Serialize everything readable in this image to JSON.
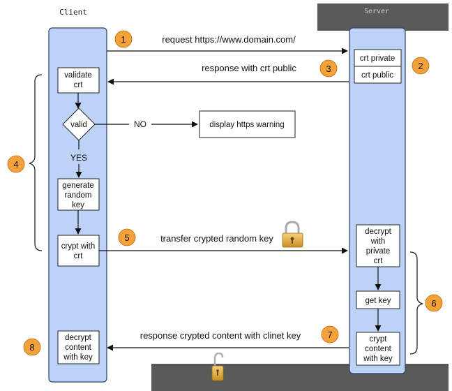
{
  "headers": {
    "client": "Client",
    "server": "Server"
  },
  "steps": {
    "s1": {
      "number": "1",
      "label": "request https://www.domain.com/"
    },
    "s2": {
      "number": "2"
    },
    "s3": {
      "number": "3",
      "label": "response with crt public"
    },
    "s4": {
      "number": "4"
    },
    "s5": {
      "number": "5",
      "label": "transfer crypted random key"
    },
    "s6": {
      "number": "6"
    },
    "s7": {
      "number": "7",
      "label": "response crypted content with clinet key"
    },
    "s8": {
      "number": "8"
    }
  },
  "client_boxes": {
    "validate": [
      "validate",
      "crt"
    ],
    "valid": "valid",
    "generate": [
      "generate",
      "random",
      "key"
    ],
    "crypt": [
      "crypt with",
      "crt"
    ],
    "decrypt": [
      "decrypt",
      "content",
      "with key"
    ]
  },
  "branch": {
    "no": "NO",
    "yes": "YES",
    "warning": "display https warning"
  },
  "server_boxes": {
    "crt_private": "crt private",
    "crt_public": "crt public",
    "decrypt": [
      "decrypt",
      "with",
      "private",
      "crt"
    ],
    "get_key": "get key",
    "crypt": [
      "crypt",
      "content",
      "with key"
    ]
  },
  "colors": {
    "lane": "#bcd2f7",
    "lane_border": "#2b3f66",
    "circle": "#f5a13a",
    "watermark": "#5a5a5a"
  }
}
